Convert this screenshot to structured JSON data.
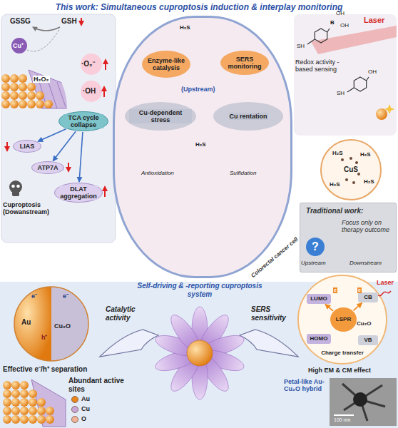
{
  "diagram": {
    "title": "This work: Simultaneous cuproptosis induction & interplay monitoring",
    "nodes": [
      {
        "text": [
          "TCA cycle collapse"
        ]
      },
      {
        "text": [
          "LIAS"
        ]
      },
      {
        "text": [
          "ATP7A"
        ]
      },
      {
        "text": [
          "DLAT aggregation"
        ]
      },
      {
        "text": [
          "Colorectal cancer cell"
        ]
      },
      {
        "text": [
          "Enzyme-like catalysis"
        ],
        "in": 4
      },
      {
        "text": [
          "SERS monitoring"
        ],
        "in": 4
      },
      {
        "text": [
          "Cu-dependent stress"
        ],
        "in": 4
      },
      {
        "text": [
          "Cu rentation"
        ],
        "in": 4
      },
      {
        "text": [
          "CuS"
        ]
      },
      {
        "text": [
          "Traditional work:",
          "Focus only on therapy outcome"
        ]
      },
      {
        "text": [
          "?"
        ],
        "in": 10
      },
      {
        "text": [
          "Au",
          "Cu₂O"
        ]
      },
      {
        "text": [
          "Charge transfer"
        ]
      },
      {
        "text": [
          "LUMO"
        ],
        "in": 13
      },
      {
        "text": [
          "HOMO"
        ],
        "in": 13
      },
      {
        "text": [
          "LSPR"
        ],
        "in": 13
      },
      {
        "text": [
          "CB"
        ],
        "in": 13
      },
      {
        "text": [
          "VB"
        ],
        "in": 13
      }
    ],
    "edges": [
      {
        "from": 0,
        "to": 1,
        "arrow": "to"
      },
      {
        "from": 0,
        "to": 2,
        "arrow": "to"
      },
      {
        "from": 0,
        "to": 3,
        "arrow": "to"
      },
      {
        "from": 16,
        "to": 14,
        "arrow": "to"
      },
      {
        "from": 16,
        "to": 17,
        "arrow": "to"
      }
    ],
    "labels": [
      "GSSG",
      "GSH",
      "Cu⁺",
      "·O₂⁻",
      "H₂O₂",
      "·OH",
      "Cuproptosis (Dowanstream)",
      "H₂S",
      "(Upstream)",
      "Antioxidation",
      "H₂S",
      "Sulfidation",
      "Laser",
      "OH",
      "B",
      "OH",
      "SH",
      "OH",
      "SH",
      "Redox activity -based sensing",
      "H₂S",
      "H₂S",
      "H₂S",
      "H₂S",
      "Upstream",
      "Downstream",
      "Self-driving & -reporting cuproptosis system",
      "Catalytic activity",
      "SERS sensitivity",
      "e⁻",
      "e⁻",
      "h⁺",
      "Effective e⁻/h⁺ separation",
      "Abundant active sites",
      "Laser",
      "e",
      "e",
      "Cu₂O",
      "High EM & CM effect",
      "Petal-like Au-Cu₂O hybrid",
      "100 nm"
    ],
    "legend": [
      {
        "text": "Au",
        "color": "#e8861c"
      },
      {
        "text": "Cu",
        "color": "#c7a6dc"
      },
      {
        "text": "O",
        "color": "#f2b39a"
      }
    ]
  }
}
